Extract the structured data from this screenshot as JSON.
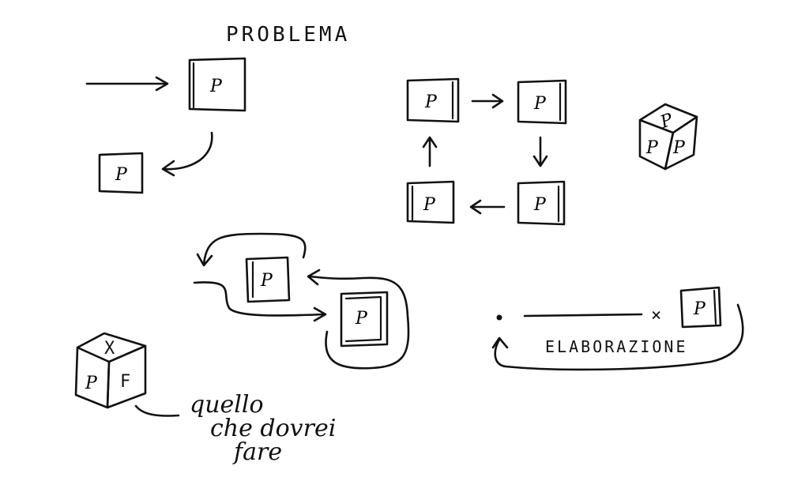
{
  "title": "PROBLEMA",
  "box_letter": "P",
  "box_letter_f": "F",
  "cross_mark": "X",
  "multiply_mark": "×",
  "elaboration_label": "ELABORAZIONE",
  "note_lines": [
    "quello",
    "che dovrei",
    "fare"
  ],
  "colors": {
    "ink": "#111111",
    "paper": "#ffffff"
  }
}
